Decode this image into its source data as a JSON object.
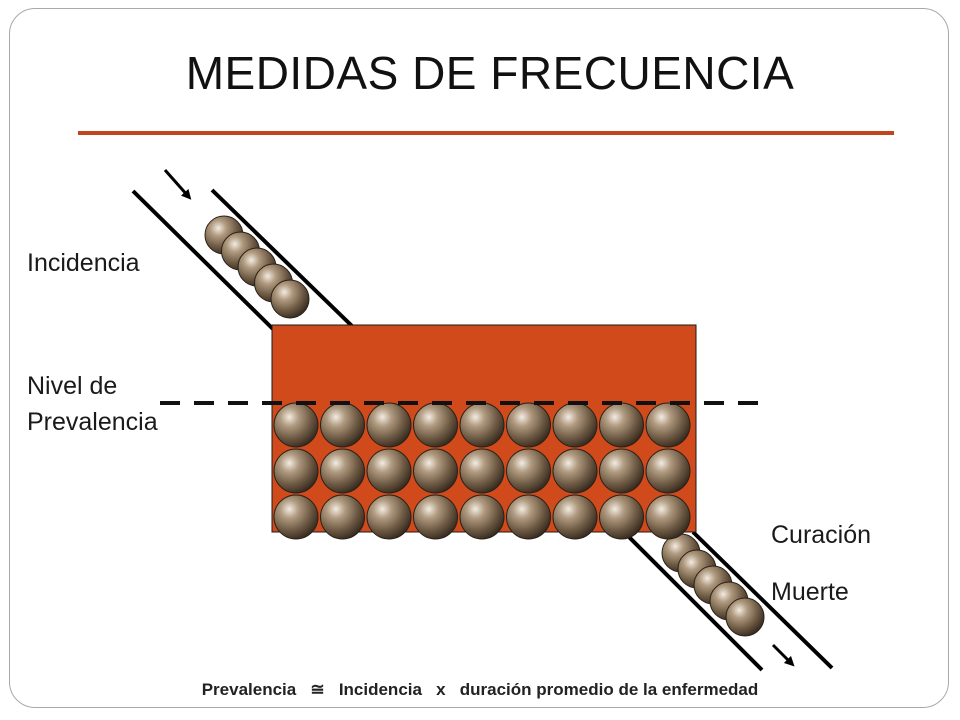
{
  "slide": {
    "title": "MEDIDAS DE FRECUENCIA"
  },
  "labels": {
    "incidence": "Incidencia",
    "prevalence_level_line1": "Nivel de",
    "prevalence_level_line2": "Prevalencia",
    "cure": "Curación",
    "death": "Muerte"
  },
  "formula": {
    "prevalence": "Prevalencia",
    "approx_symbol": "≅",
    "incidence": "Incidencia",
    "times": "x",
    "duration": "duración promedio de la enfermedad"
  },
  "diagram": {
    "pool_grid": {
      "rows": 3,
      "columns": 9
    },
    "inflow_balls": 5,
    "outflow_balls": 5
  },
  "colors": {
    "accent": "#c0441c",
    "pool_fill": "#d14a1b",
    "ball_dark": "#3d2f22",
    "ball_mid": "#8a7358",
    "ball_light": "#f2ece2"
  }
}
